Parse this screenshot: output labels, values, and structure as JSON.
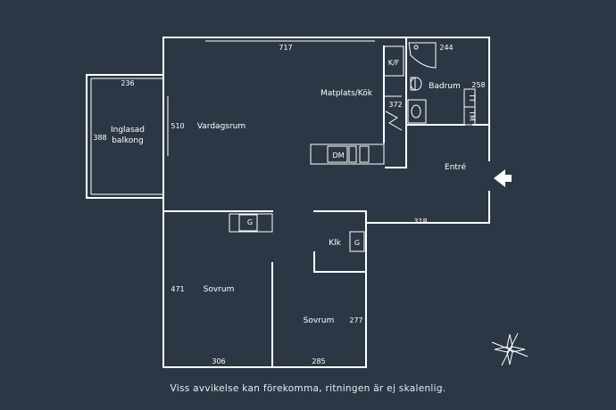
{
  "rooms": {
    "vardagsrum": "Vardagsrum",
    "matplats_kok": "Matplats/Kök",
    "badrum": "Badrum",
    "entre": "Entré",
    "balkong_line1": "Inglasad",
    "balkong_line2": "balkong",
    "sovrum_left": "Sovrum",
    "sovrum_right": "Sovrum",
    "klk": "Klk"
  },
  "fixtures": {
    "kf": "K/F",
    "dm": "DM",
    "g_left": "G",
    "g_klk": "G",
    "tt": "TT",
    "tm": "TM"
  },
  "dimensions": {
    "d717": "717",
    "d244": "244",
    "d258": "258",
    "d372": "372",
    "d236": "236",
    "d388": "388",
    "d510": "510",
    "d318": "318",
    "d471": "471",
    "d306": "306",
    "d285": "285",
    "d277": "277"
  },
  "disclaimer": "Viss avvikelse kan förekomma, ritningen är ej skalenlig.",
  "colors": {
    "background": "#2c3746",
    "lines": "#ffffff"
  },
  "icons": [
    "compass-rose-icon",
    "entrance-arrow-icon"
  ]
}
